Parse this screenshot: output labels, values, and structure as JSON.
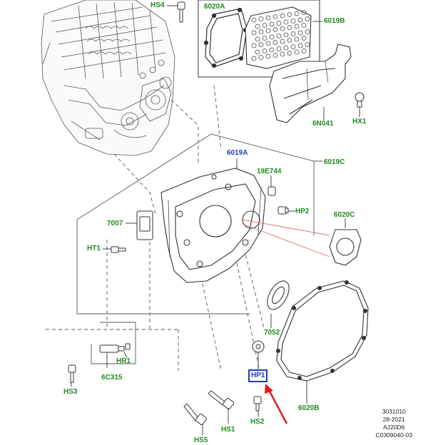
{
  "colors": {
    "callout_text": "#1f8a1f",
    "highlight_text": "#1a3fb3",
    "pointer_arrow": "#e01b1b",
    "leader_red": "#e07070"
  },
  "labels": {
    "HS4": "HS4",
    "L6020A": "6020A",
    "L6019B": "6019B",
    "L6N041": "6N041",
    "HX1": "HX1",
    "L6019A": "6019A",
    "L6019C": "6019C",
    "L19E744": "19E744",
    "HP2": "HP2",
    "L6020C": "6020C",
    "L7007": "7007",
    "HT1": "HT1",
    "L7052": "7052",
    "HR1": "HR1",
    "L6C315": "6C315",
    "HS3": "HS3",
    "HP1": "HP1",
    "HS2": "HS2",
    "HS5": "HS5",
    "HS1": "HS1",
    "L6020B": "6020B"
  },
  "reference": {
    "line1": "3031010",
    "line2": "28-2021",
    "line3": "AJ20D6",
    "line4": "C0309040-03"
  },
  "highlighted_part": "HP1",
  "icons": [
    "engine-block",
    "flywheel-cover-plate",
    "heat-shield",
    "bolt",
    "seal",
    "gasket",
    "sensor",
    "plug",
    "red-pointer-arrow"
  ]
}
